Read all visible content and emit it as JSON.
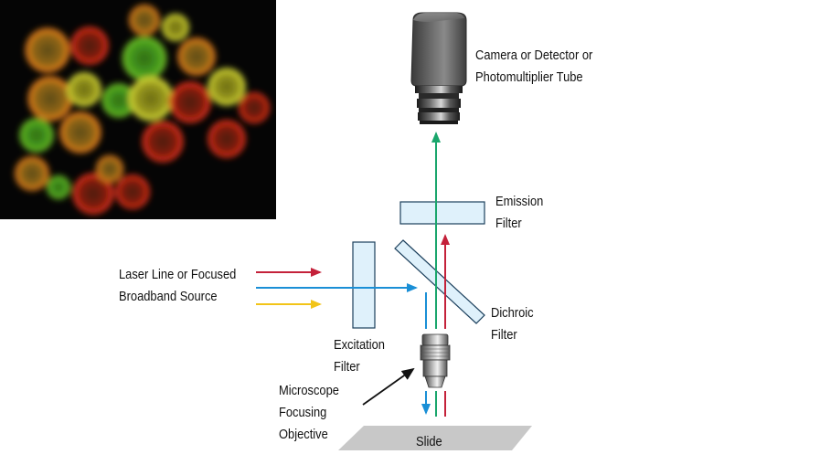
{
  "labels": {
    "camera_line1": "Camera or Detector or",
    "camera_line2": "Photomultiplier Tube",
    "emission_line1": "Emission",
    "emission_line2": "Filter",
    "source_line1": "Laser Line or  Focused",
    "source_line2": "Broadband Source",
    "dichroic_line1": "Dichroic",
    "dichroic_line2": "Filter",
    "excitation_line1": "Excitation",
    "excitation_line2": "Filter",
    "objective_line1": "Microscope",
    "objective_line2": "Focusing",
    "objective_line3": "Objective",
    "slide": "Slide"
  },
  "colors": {
    "red_beam": "#c4213a",
    "blue_beam": "#1a8fd6",
    "yellow_beam": "#f2c418",
    "green_beam": "#1aa66c",
    "filter_fill": "#dff1fb",
    "image_background": "#050505"
  }
}
